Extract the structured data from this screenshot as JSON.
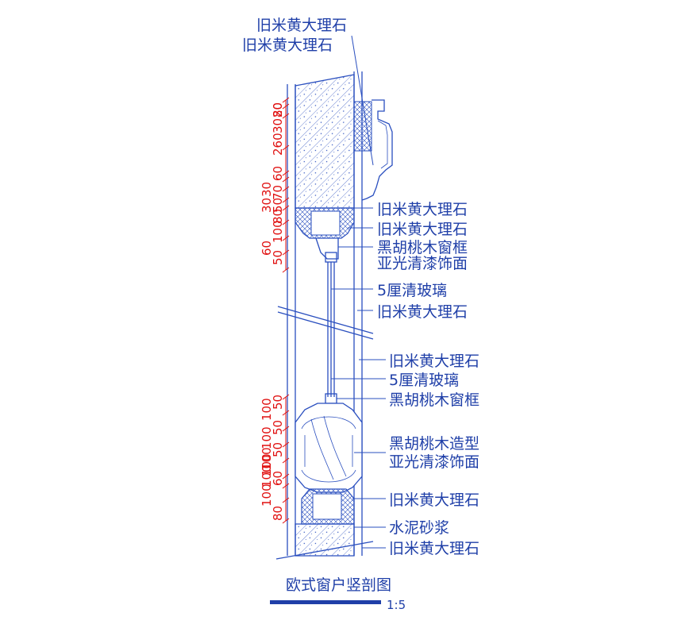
{
  "top_labels": [
    "旧米黄大理石",
    "旧米黄大理石"
  ],
  "right_labels": [
    "旧米黄大理石",
    "旧米黄大理石",
    "黑胡桃木窗框",
    "亚光清漆饰面",
    "5厘清玻璃",
    "旧米黄大理石",
    "旧米黄大理石",
    "5厘清玻璃",
    "黑胡桃木窗框",
    "黑胡桃木造型",
    "亚光清漆饰面",
    "旧米黄大理石",
    "水泥砂浆",
    "旧米黄大理石"
  ],
  "dims_upper": [
    "20",
    "30",
    "80",
    "260",
    "30",
    "60",
    "30",
    "70",
    "50",
    "80",
    "60",
    "100",
    "50"
  ],
  "dims_lower": [
    "50",
    "100",
    "50",
    "100",
    "50",
    "100",
    "60",
    "100",
    "80",
    "100",
    "100"
  ],
  "title": "欧式窗户竖剖图",
  "scale": "1:5",
  "colors": {
    "line": "#2a4fbf",
    "text": "#1f3fa8",
    "dimension": "#e01010"
  }
}
